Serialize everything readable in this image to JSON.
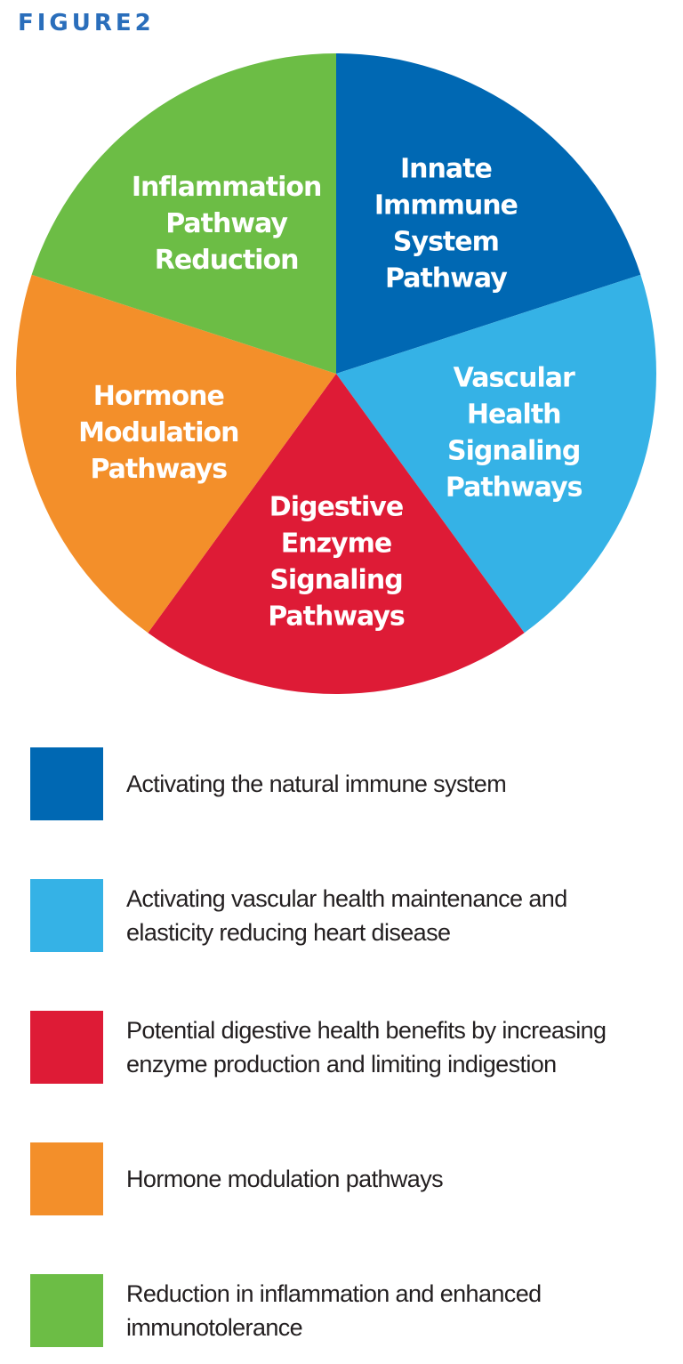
{
  "figure_label": "FIGURE2",
  "colors": {
    "title": "#2a6ebb",
    "dark_blue": "#0068b3",
    "light_blue": "#35b2e6",
    "red": "#de1b36",
    "orange": "#f38f2a",
    "green": "#6cbd45"
  },
  "chart_data": {
    "type": "pie",
    "slices": [
      {
        "label_lines": [
          "Innate",
          "Immmune",
          "System",
          "Pathway"
        ],
        "value": 20,
        "color": "#0068b3"
      },
      {
        "label_lines": [
          "Vascular",
          "Health",
          "Signaling",
          "Pathways"
        ],
        "value": 20,
        "color": "#35b2e6"
      },
      {
        "label_lines": [
          "Digestive",
          "Enzyme",
          "Signaling",
          "Pathways"
        ],
        "value": 20,
        "color": "#de1b36"
      },
      {
        "label_lines": [
          "Hormone",
          "Modulation",
          "Pathways"
        ],
        "value": 20,
        "color": "#f38f2a"
      },
      {
        "label_lines": [
          "Inflammation",
          "Pathway",
          "Reduction"
        ],
        "value": 20,
        "color": "#6cbd45"
      }
    ],
    "start": "12 o'clock",
    "direction": "clockwise",
    "labels_inside": true
  },
  "legend": [
    {
      "lines": [
        "Activating the natural immune system"
      ],
      "color": "#0068b3"
    },
    {
      "lines": [
        "Activating vascular health maintenance and",
        "elasticity reducing heart disease"
      ],
      "color": "#35b2e6"
    },
    {
      "lines": [
        "Potential digestive health benefits by increasing",
        "enzyme production and limiting indigestion"
      ],
      "color": "#de1b36"
    },
    {
      "lines": [
        "Hormone modulation pathways"
      ],
      "color": "#f38f2a"
    },
    {
      "lines": [
        "Reduction in inflammation and enhanced",
        "immunotolerance"
      ],
      "color": "#6cbd45"
    }
  ]
}
